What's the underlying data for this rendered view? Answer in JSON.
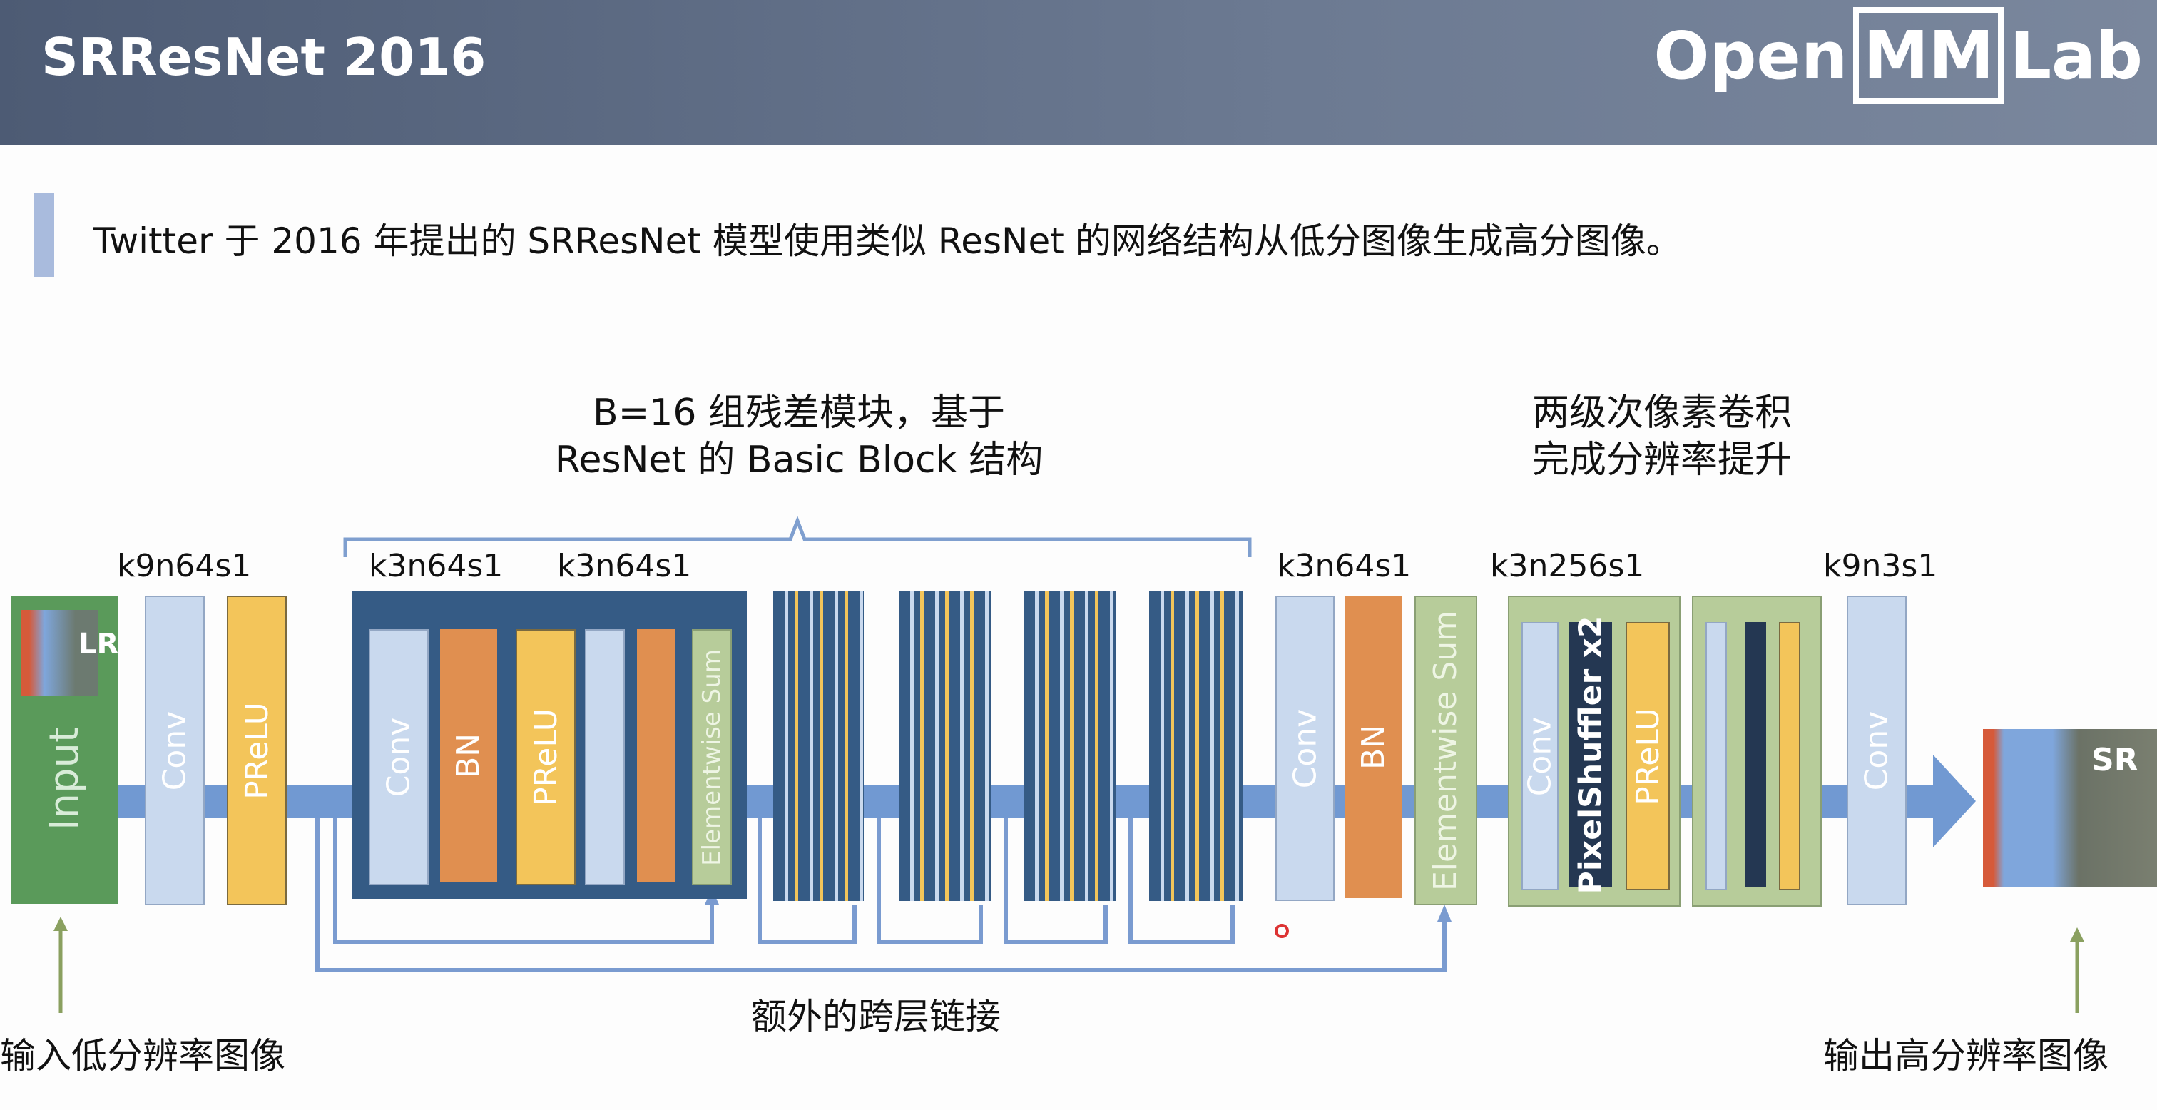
{
  "header": {
    "title": "SRResNet 2016",
    "logo_left": "Open",
    "logo_mid": "MM",
    "logo_right": "Lab"
  },
  "subtitle": "Twitter 于 2016 年提出的 SRResNet 模型使用类似 ResNet 的网络结构从低分图像生成高分图像。",
  "captions": {
    "residual_line1": "B=16 组残差模块，基于",
    "residual_line2": "ResNet 的 Basic Block 结构",
    "upsample_line1": "两级次像素卷积",
    "upsample_line2": "完成分辨率提升"
  },
  "kernel_labels": [
    "k9n64s1",
    "k3n64s1",
    "k3n64s1",
    "k3n64s1",
    "k3n256s1",
    "k9n3s1"
  ],
  "layers": {
    "input": "Input",
    "lr": "LR",
    "sr": "SR",
    "conv": "Conv",
    "prelu": "PReLU",
    "bn": "BN",
    "esum": "Elementwise Sum",
    "pixelshuffler": "PixelShuffler x2"
  },
  "bottom": {
    "input_label": "输入低分辨率图像",
    "skip_label": "额外的跨层链接",
    "output_label": "输出高分辨率图像"
  }
}
